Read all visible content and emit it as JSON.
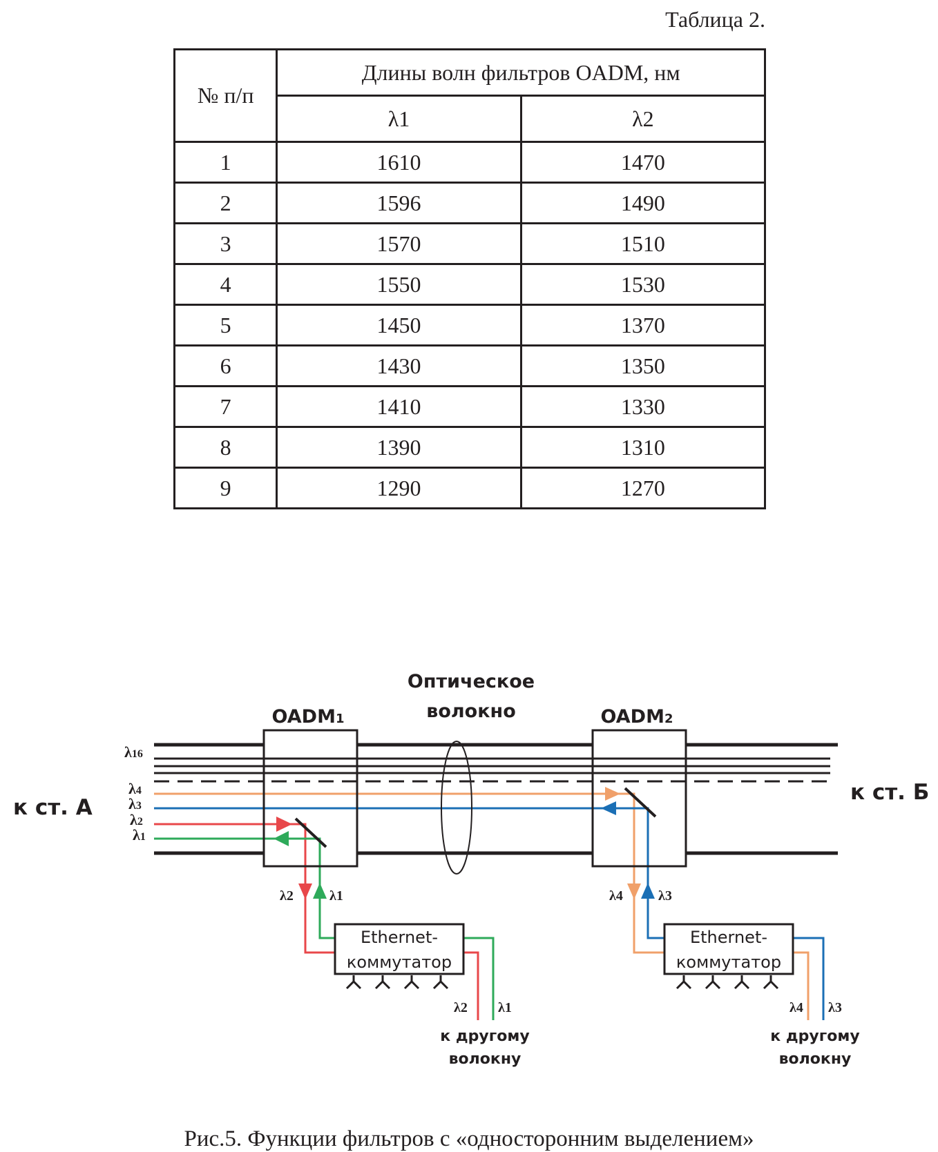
{
  "table": {
    "caption": "Таблица 2.",
    "headers": {
      "num": "№ п/п",
      "group": "Длины волн фильтров OADM, нм",
      "lambda1": "λ1",
      "lambda2": "λ2"
    },
    "rows": [
      {
        "n": "1",
        "l1": "1610",
        "l2": "1470"
      },
      {
        "n": "2",
        "l1": "1596",
        "l2": "1490"
      },
      {
        "n": "3",
        "l1": "1570",
        "l2": "1510"
      },
      {
        "n": "4",
        "l1": "1550",
        "l2": "1530"
      },
      {
        "n": "5",
        "l1": "1450",
        "l2": "1370"
      },
      {
        "n": "6",
        "l1": "1430",
        "l2": "1350"
      },
      {
        "n": "7",
        "l1": "1410",
        "l2": "1330"
      },
      {
        "n": "8",
        "l1": "1390",
        "l2": "1310"
      },
      {
        "n": "9",
        "l1": "1290",
        "l2": "1270"
      }
    ]
  },
  "diagram": {
    "station_a": "к ст. А",
    "station_b": "к ст. Б",
    "fiber_label_line1": "Оптическое",
    "fiber_label_line2": "волокно",
    "oadm1": {
      "name": "OADM",
      "sub": "1"
    },
    "oadm2": {
      "name": "OADM",
      "sub": "2"
    },
    "channel_labels": {
      "l16": {
        "base": "λ",
        "sub": "16"
      },
      "l4": {
        "base": "λ",
        "sub": "4"
      },
      "l3": {
        "base": "λ",
        "sub": "3"
      },
      "l2": {
        "base": "λ",
        "sub": "2"
      },
      "l1": {
        "base": "λ",
        "sub": "1"
      }
    },
    "switch1": {
      "line1": "Ethernet-",
      "line2": "коммутатор",
      "drop_label": "λ2",
      "add_label": "λ1",
      "out_a": "λ2",
      "out_b": "λ1"
    },
    "switch2": {
      "line1": "Ethernet-",
      "line2": "коммутатор",
      "drop_label": "λ4",
      "add_label": "λ3",
      "out_a": "λ4",
      "out_b": "λ3"
    },
    "other_fiber_line1": "к другому",
    "other_fiber_line2": "волокну",
    "colors": {
      "lambda1": "#2eaa5a",
      "lambda2": "#e8474a",
      "lambda3": "#1b6fb5",
      "lambda4": "#f0a06a",
      "black": "#231f20"
    }
  },
  "figure_caption": "Рис.5. Функции фильтров с «односторонним выделением»"
}
